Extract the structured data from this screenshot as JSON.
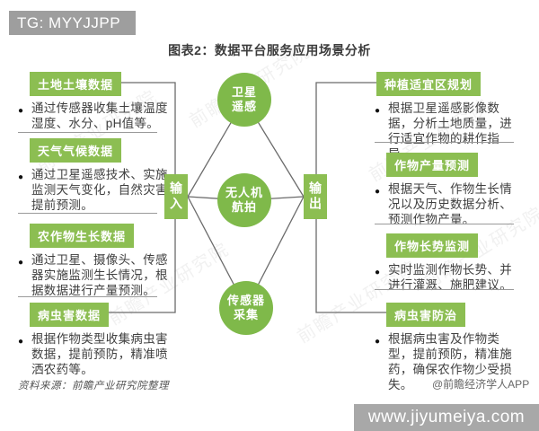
{
  "banner": {
    "tag": "TG: MYYJJPP"
  },
  "title": "图表2：数据平台服务应用场景分析",
  "bullet": "●",
  "watermark": "前瞻产业研究院",
  "inputs": {
    "label": "输入",
    "items": [
      {
        "header": "土地土壤数据",
        "desc": "通过传感器收集土壤温度湿度、水分、pH值等。"
      },
      {
        "header": "天气气候数据",
        "desc": "通过卫星遥感技术、实施监测天气变化，自然灾害提前预测。"
      },
      {
        "header": "农作物生长数据",
        "desc": "通过卫星、摄像头、传感器实施监测生长情况，根据数据进行产量预测。"
      },
      {
        "header": "病虫害数据",
        "desc": "根据作物类型收集病虫害数据，提前预防，精准喷洒农药等。"
      }
    ]
  },
  "outputs": {
    "label": "输出",
    "items": [
      {
        "header": "种植适宜区规划",
        "desc": "根据卫星遥感影像数据，分析土地质量，进行适宜作物的耕作指导。"
      },
      {
        "header": "作物产量预测",
        "desc": "根据天气、作物生长情况以及历史数据分析、预测作物产量。"
      },
      {
        "header": "作物长势监测",
        "desc": "实时监测作物长势、并进行灌溉、施肥建议。"
      },
      {
        "header": "病虫害防治",
        "desc": "根据病虫害及作物类型，提前预防，精准施药，确保农作物少受损失。"
      }
    ]
  },
  "methods": [
    {
      "line1": "卫星",
      "line2": "遥感"
    },
    {
      "line1": "无人机",
      "line2": "航拍"
    },
    {
      "line1": "传感器",
      "line2": "采集"
    }
  ],
  "source": "资料来源：前瞻产业研究院整理",
  "credit": "@前瞻经济学人APP",
  "footer": {
    "url": "www.jiyumeiya.com"
  },
  "colors": {
    "green_header": "#8CBE52",
    "green_circle": "#7FB94A",
    "banner_gray": "#9E9E9E",
    "footer_gray": "#A8A8A8"
  }
}
